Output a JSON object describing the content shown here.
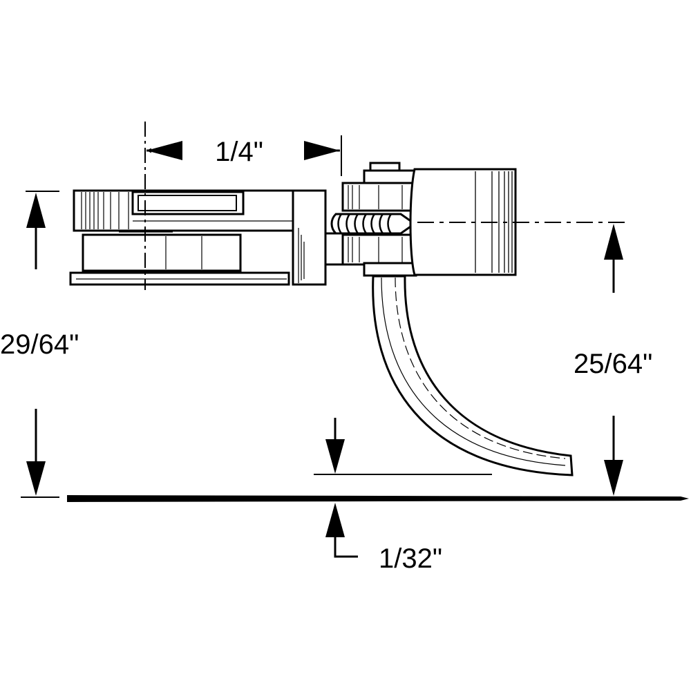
{
  "dimensions": {
    "width_quarter": "1/4\"",
    "overall_height": "29/64\"",
    "shank_height": "25/64\"",
    "clearance": "1/32\""
  },
  "colors": {
    "line": "#000000",
    "background": "#ffffff"
  }
}
